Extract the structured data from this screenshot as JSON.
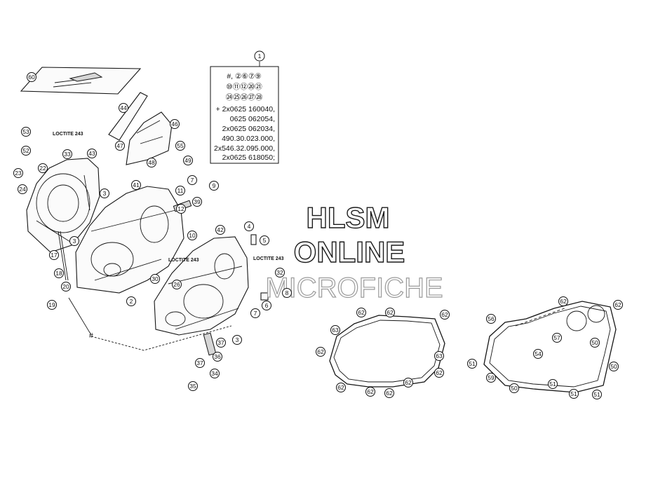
{
  "watermark": {
    "line1": "HLSM",
    "line2": "ONLINE",
    "line3": "MICROFICHE"
  },
  "legend": {
    "ref": "1",
    "row1": "#, ②⑥⑦⑨",
    "row2": "⑩⑪⑫⑳㉑",
    "row3": "㉔㉕㉖㉗㉘",
    "row4": "+ 2x0625 160040,",
    "row5": "0625 062054,",
    "row6": "2x0625 062034,",
    "row7": "490.30.023.000,",
    "row8": "2x546.32.095.000,",
    "row9": "2x0625 618050;"
  },
  "notes": {
    "loctite_a": "LOCTITE 243",
    "loctite_b": "LOCTITE 243",
    "loctite_c": "LOCTITE 243",
    "hash": "#"
  },
  "callouts": {
    "c60": "60",
    "c44": "44",
    "c46": "46",
    "c47": "47",
    "c48": "48",
    "c55": "55",
    "c49": "49",
    "c53": "53",
    "c52": "52",
    "c33": "33",
    "c43": "43",
    "c22": "22",
    "c23": "23",
    "c24": "24",
    "c3a": "3",
    "c41": "41",
    "c7a": "7",
    "c9": "9",
    "c11": "11",
    "c39": "39",
    "c12": "12",
    "c10": "10",
    "c42": "42",
    "c4": "4",
    "c5": "5",
    "c3b": "3",
    "c17": "17",
    "c18": "18",
    "c20": "20",
    "c19": "19",
    "c30": "30",
    "c26": "26",
    "c2": "2",
    "c32": "32",
    "c8": "8",
    "c6": "6",
    "c7b": "7",
    "c37": "37",
    "c3c": "3",
    "c36": "36",
    "c37b": "37",
    "c34": "34",
    "c35": "35",
    "g62a": "62",
    "g62b": "62",
    "g62c": "62",
    "g63a": "63",
    "g62d": "62",
    "g63b": "63",
    "g62e": "62",
    "g62f": "62",
    "g62g": "62",
    "g62h": "62",
    "g62i": "62",
    "h62a": "62",
    "h62b": "62",
    "h56": "56",
    "h57": "57",
    "h50a": "50",
    "h54": "54",
    "h51a": "51",
    "h50b": "50",
    "h59": "59",
    "h50c": "50",
    "h51b": "51",
    "h51c": "51",
    "h51d": "51"
  },
  "colors": {
    "ink": "#151515",
    "paper": "#ffffff",
    "shade": "#d6d6d6"
  }
}
